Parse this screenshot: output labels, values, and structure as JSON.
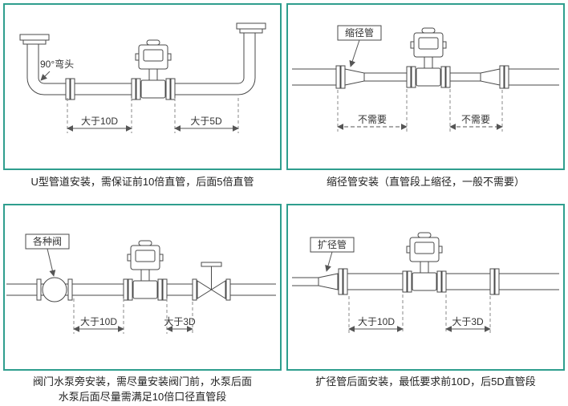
{
  "colors": {
    "panel_border": "#2f9e8e",
    "drawing_line": "#4a4a4a",
    "text": "#222222"
  },
  "panels": {
    "u_pipe": {
      "caption": "U型管道安装，需保证前10倍直管，后面5倍直管",
      "labels": {
        "elbow": "90°弯头",
        "dim_left": "大于10D",
        "dim_right": "大于5D"
      }
    },
    "reducer": {
      "caption": "缩径管安装（直管段上缩径，一般不需要）",
      "labels": {
        "callout": "缩径管",
        "dim_left": "不需要",
        "dim_right": "不需要"
      }
    },
    "valve": {
      "caption_line1": "阀门水泵旁安装，需尽量安装阀门前，水泵后面",
      "caption_line2": "水泵后面尽量需满足10倍口径直管段",
      "labels": {
        "callout": "各种阀",
        "dim_left": "大于10D",
        "dim_right": "大于3D"
      }
    },
    "expander": {
      "caption": "扩径管后面安装，最低要求前10D，后5D直管段",
      "labels": {
        "callout": "扩径管",
        "dim_left": "大于10D",
        "dim_right": "大于3D"
      }
    }
  }
}
